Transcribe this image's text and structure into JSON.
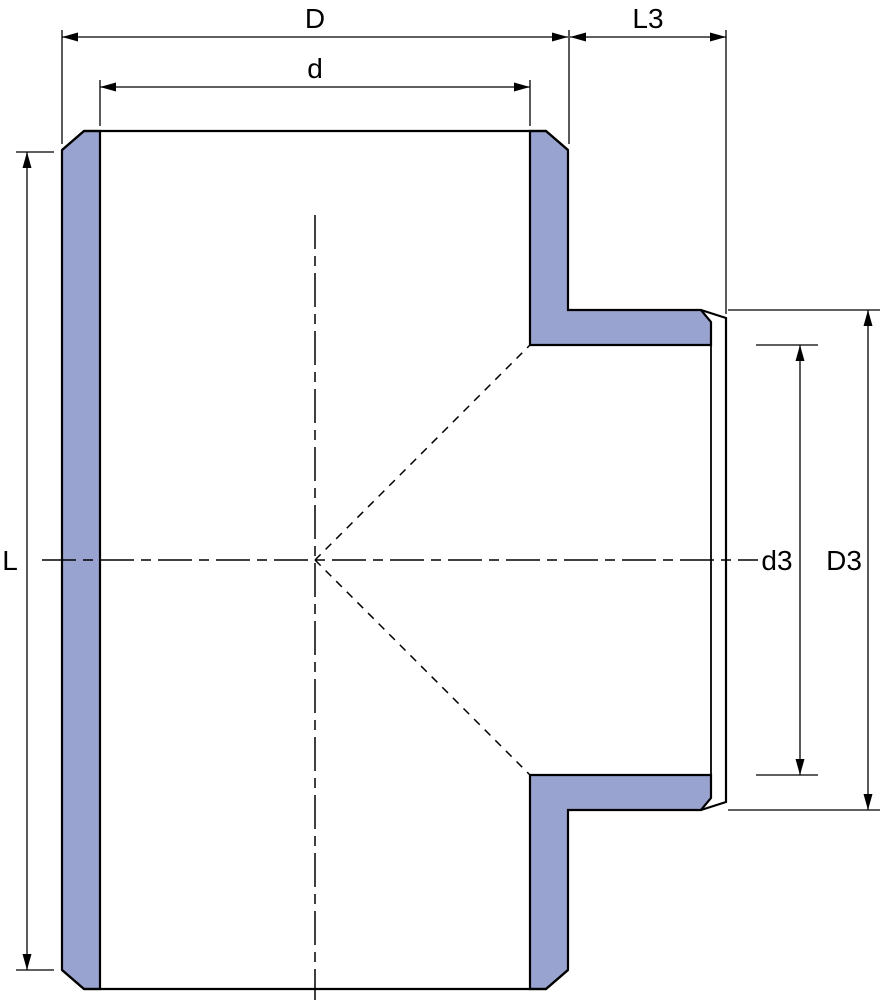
{
  "diagram": {
    "dimensions": {
      "main_outer_diameter": {
        "label": "D"
      },
      "main_inner_diameter": {
        "label": "d"
      },
      "branch_length": {
        "label": "L3"
      },
      "body_length": {
        "label": "L"
      },
      "branch_inner_diameter": {
        "label": "d3"
      },
      "branch_outer_diameter": {
        "label": "D3"
      }
    },
    "colors": {
      "background": "#ffffff",
      "line": "#000000",
      "wall_fill": "#99a3cf"
    }
  }
}
